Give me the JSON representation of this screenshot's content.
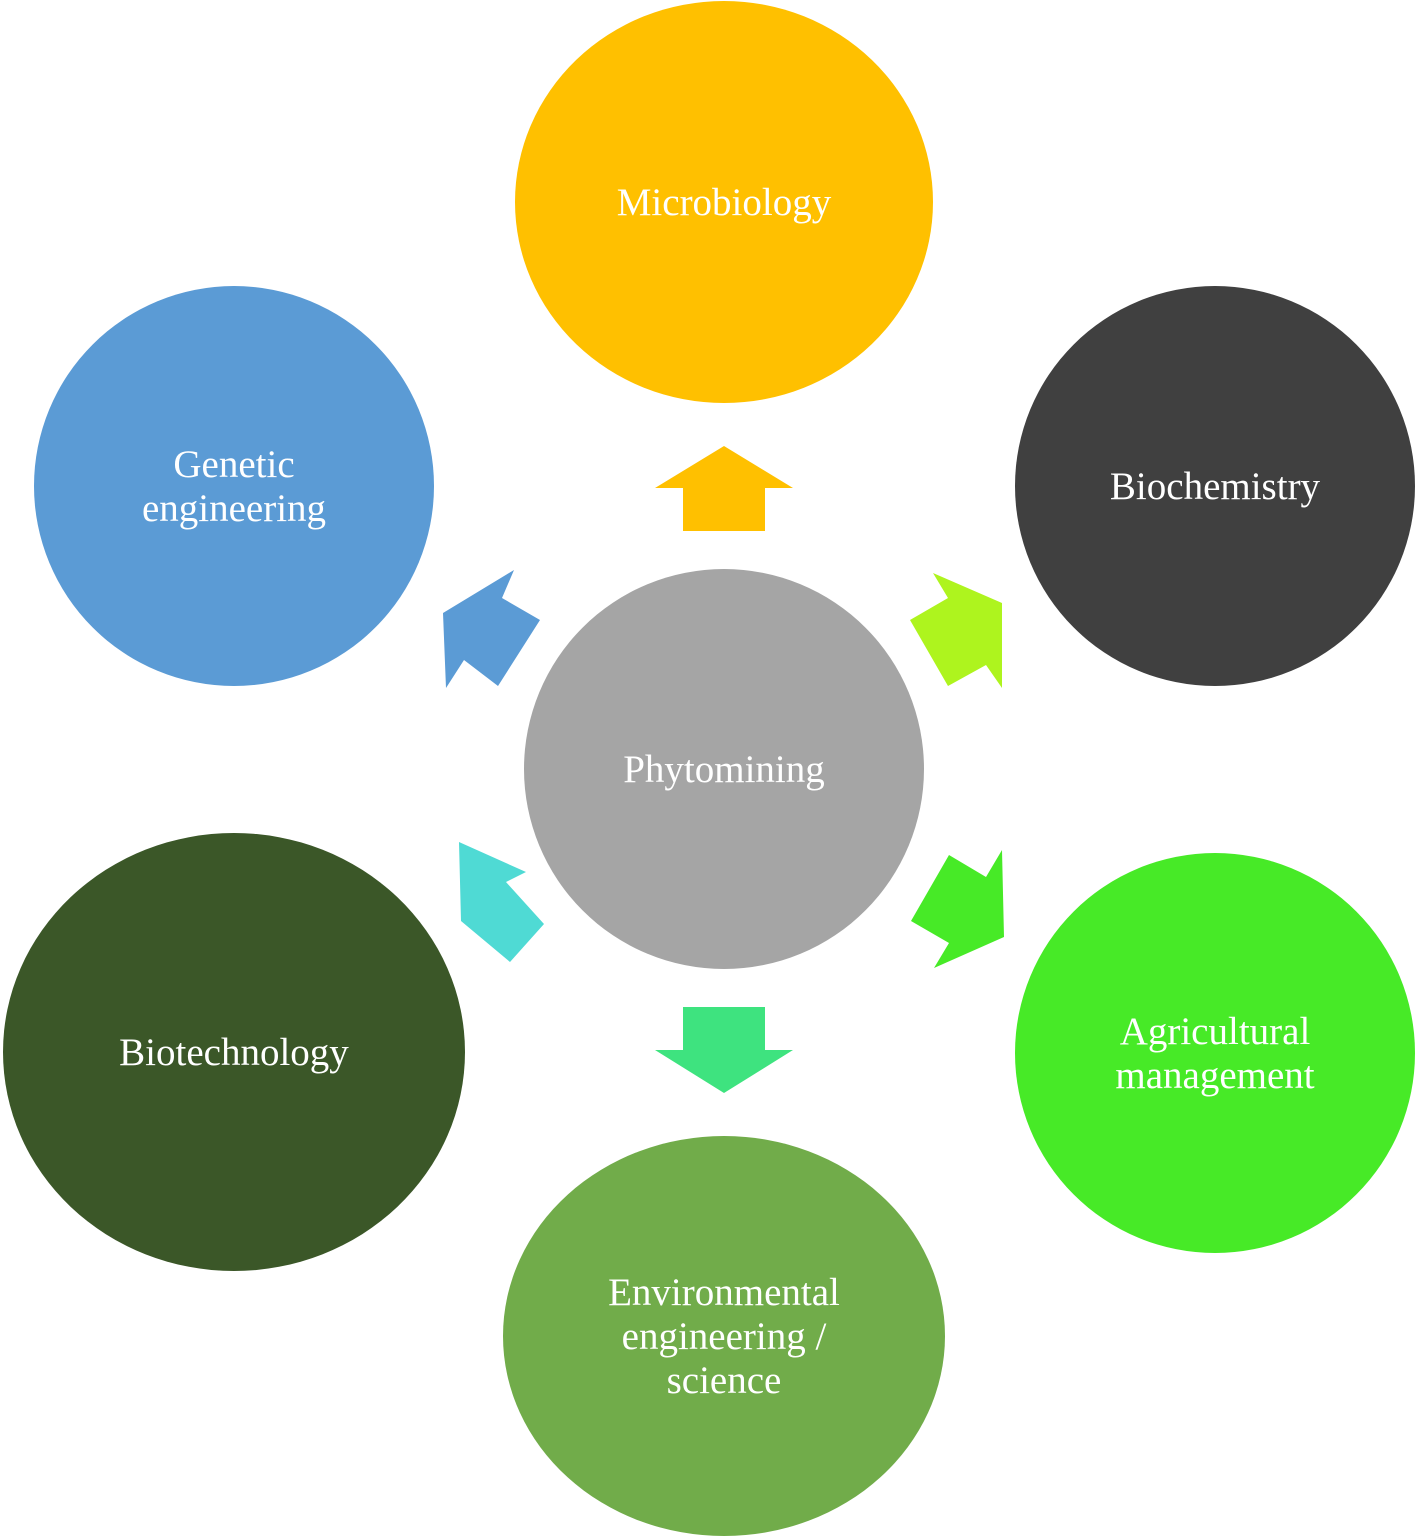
{
  "center": {
    "label": [
      "Phytomining"
    ],
    "color": "#a5a5a5"
  },
  "nodes": [
    {
      "id": "microbiology",
      "label": [
        "Microbiology"
      ],
      "color": "#ffc000",
      "arrow_color": "#ffc000"
    },
    {
      "id": "biochemistry",
      "label": [
        "Biochemistry"
      ],
      "color": "#404040",
      "arrow_color": "#aef41e"
    },
    {
      "id": "agricultural-management",
      "label": [
        "Agricultural",
        "management"
      ],
      "color": "#47ea27",
      "arrow_color": "#47ea27"
    },
    {
      "id": "environmental-engineering-science",
      "label": [
        "Environmental",
        "engineering /",
        "science"
      ],
      "color": "#71ac4a",
      "arrow_color": "#3ee37f"
    },
    {
      "id": "biotechnology",
      "label": [
        "Biotechnology"
      ],
      "color": "#3b5728",
      "arrow_color": "#4fdad4"
    },
    {
      "id": "genetic-engineering",
      "label": [
        "Genetic",
        "engineering"
      ],
      "color": "#5b9bd5",
      "arrow_color": "#5b9bd5"
    }
  ]
}
